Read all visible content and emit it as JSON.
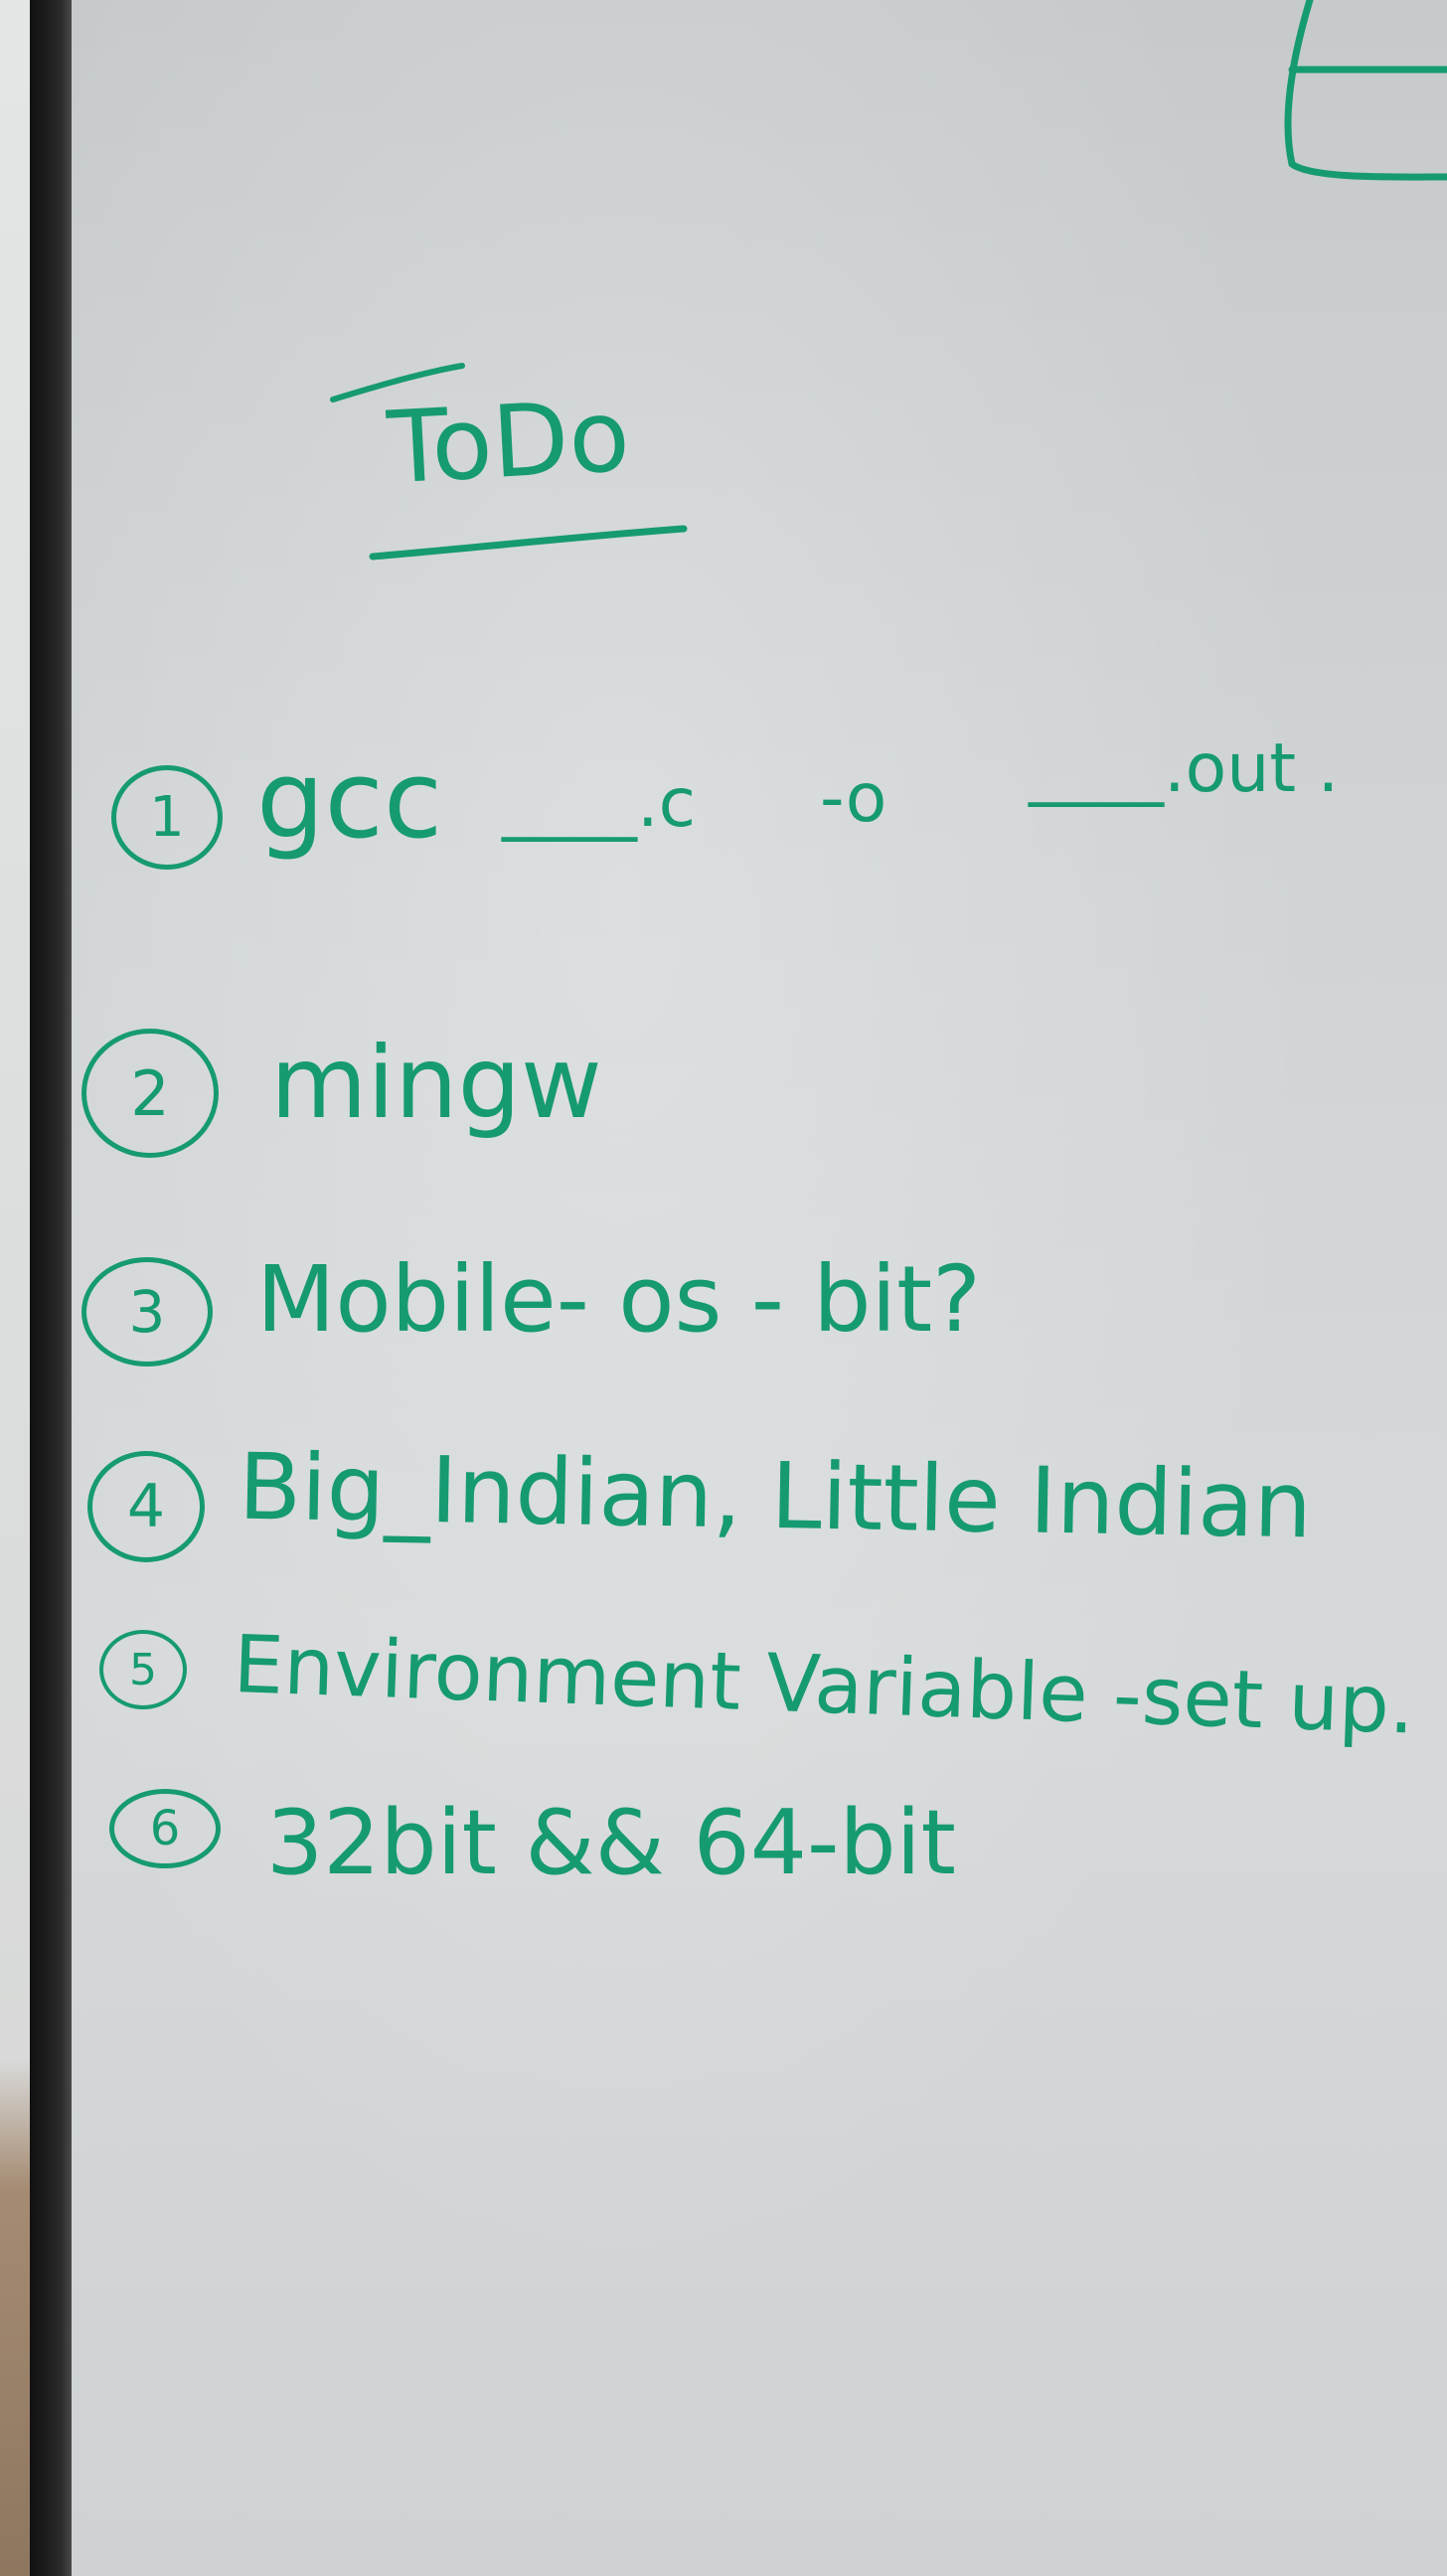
{
  "board": {
    "heading": "ToDo",
    "ink_color": "#169a72",
    "items": [
      {
        "number": "1",
        "parts": [
          "gcc",
          "____.c",
          "-o",
          "____.out ."
        ]
      },
      {
        "number": "2",
        "text": "mingw"
      },
      {
        "number": "3",
        "text": "Mobile- os - bit?"
      },
      {
        "number": "4",
        "text": "Big_Indian, Little Indian"
      },
      {
        "number": "5",
        "text": "Environment Variable -set up."
      },
      {
        "number": "6",
        "text": "32bit && 64-bit"
      }
    ]
  }
}
